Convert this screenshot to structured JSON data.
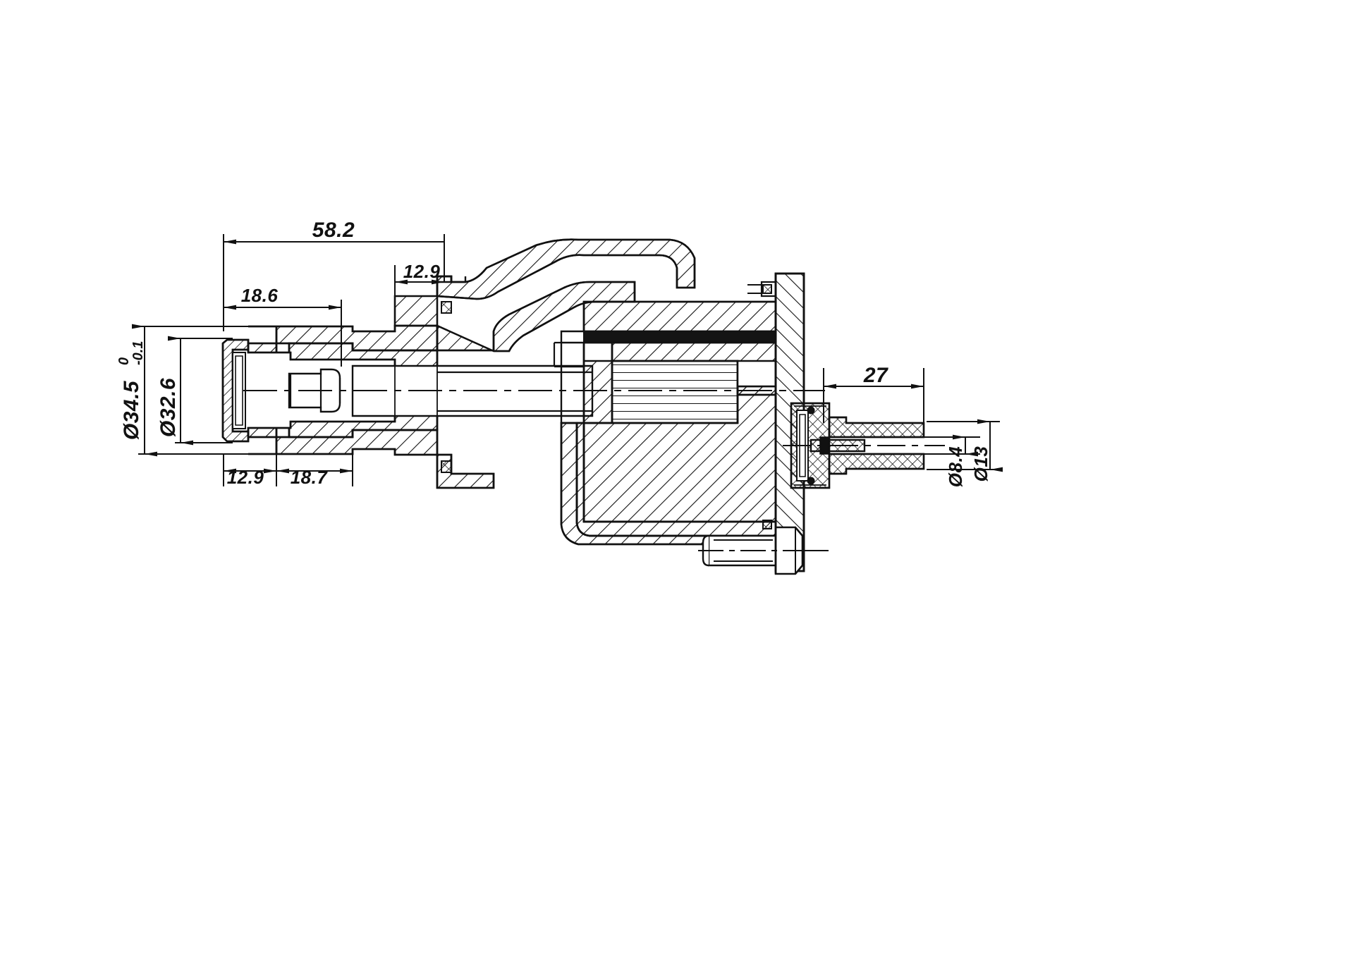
{
  "drawing": {
    "title": "Hydraulic clutch slave cylinder — sectional assembly drawing",
    "view": "cross-section",
    "background_color": "#ffffff",
    "line_color": "#111111",
    "seal_color": "#1a1a1a",
    "units": "mm"
  },
  "dimensions": {
    "overall_length": {
      "label": "58.2",
      "orientation": "horizontal",
      "position": "top"
    },
    "step_length": {
      "label": "18.6",
      "orientation": "horizontal",
      "position": "top"
    },
    "boss_length": {
      "label": "12.9",
      "orientation": "horizontal",
      "position": "top-right"
    },
    "outer_diameter": {
      "label": "Ø34.5",
      "tolerance_upper": "0",
      "tolerance_lower": "-0.1",
      "orientation": "vertical",
      "position": "left"
    },
    "inner_diameter": {
      "label": "Ø32.6",
      "orientation": "vertical",
      "position": "left"
    },
    "bottom_left_length": {
      "label": "12.9",
      "orientation": "horizontal",
      "position": "bottom"
    },
    "bottom_right_length": {
      "label": "18.7",
      "orientation": "horizontal",
      "position": "bottom"
    },
    "port_length": {
      "label": "27",
      "orientation": "horizontal",
      "position": "right"
    },
    "port_bore": {
      "label": "Ø8.4",
      "orientation": "vertical",
      "position": "right"
    },
    "port_outer": {
      "label": "Ø13",
      "orientation": "vertical",
      "position": "right"
    }
  },
  "dimension_list": [
    "58.2",
    "18.6",
    "12.9",
    "Ø34.5",
    "0",
    "-0.1",
    "Ø32.6",
    "12.9",
    "18.7",
    "27",
    "Ø8.4",
    "Ø13"
  ]
}
